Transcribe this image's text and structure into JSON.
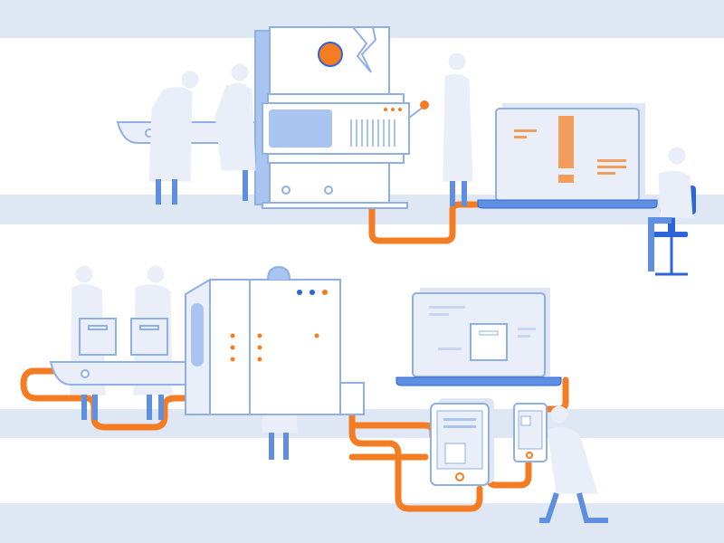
{
  "scene": {
    "colors": {
      "background": "#ffffff",
      "band": "#dfe6f4",
      "pipe": "#f47c22",
      "outline": "#8fb0e6",
      "fill_light": "#e9eef8",
      "fill_blue": "#a9c4f0",
      "accent_blue": "#2d64d8",
      "limb_blue": "#5f8fe0",
      "dark": "#1d2b4a",
      "warning": "#f29d5b"
    },
    "icons": [
      "conveyor-belt",
      "industrial-machine",
      "laptop-warning",
      "laptop-box",
      "tablet",
      "phone",
      "office-chair"
    ]
  }
}
